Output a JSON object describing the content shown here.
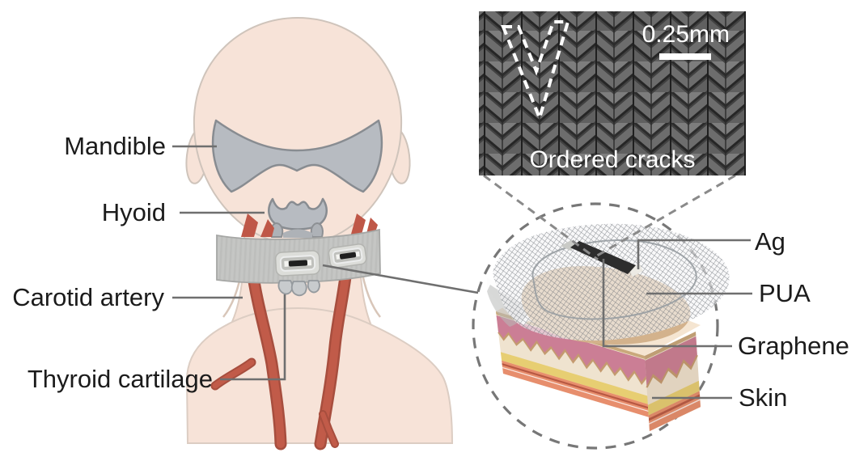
{
  "figure": {
    "anatomy_labels": {
      "mandible": "Mandible",
      "hyoid": "Hyoid",
      "carotid_artery": "Carotid artery",
      "thyroid_cartilage": "Thyroid cartilage"
    },
    "device_labels": {
      "ag": "Ag",
      "pua": "PUA",
      "graphene": "Graphene",
      "skin": "Skin"
    },
    "sem_inset": {
      "scale_text": "0.25mm",
      "caption": "Ordered cracks"
    },
    "colors": {
      "skin_tone": "#f7e3d8",
      "bone_gray": "#b7bbc1",
      "artery_red": "#bf5747",
      "band_gray": "#c5c6c4",
      "leader_line": "#6f6f6f",
      "dermis_pink": "#cb7e95",
      "fat_yellow": "#e7ce72",
      "muscle_salmon": "#e78e6d",
      "graphene_black": "#2d2d2d",
      "sem_background": "#414141"
    }
  }
}
